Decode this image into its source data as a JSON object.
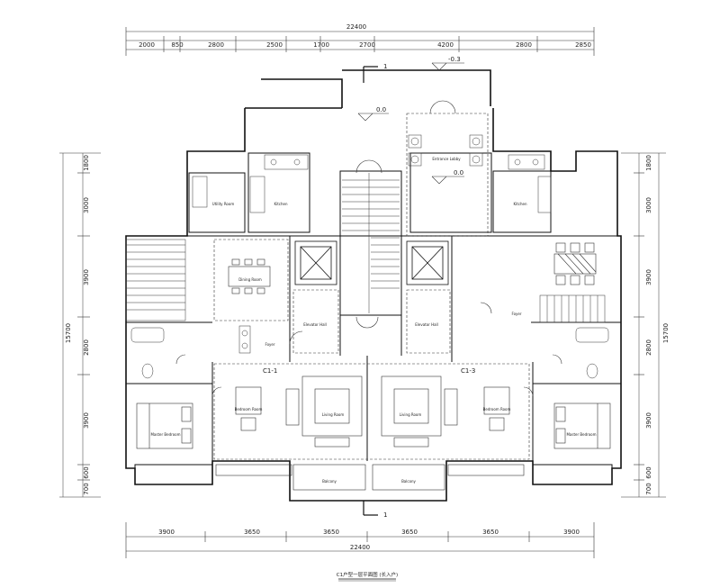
{
  "dimensions": {
    "top_total": "22400",
    "top_segments": [
      "2000",
      "850",
      "2800",
      "2500",
      "1700",
      "2700",
      "4200",
      "2800",
      "2850"
    ],
    "bottom_total": "22400",
    "bottom_segments": [
      "3900",
      "3650",
      "3650",
      "3650",
      "3650",
      "3900"
    ],
    "left_total": "15700",
    "left_segments": [
      "1800",
      "3000",
      "3900",
      "2800",
      "3900",
      "600",
      "700"
    ],
    "right_total": "15700",
    "right_segments": [
      "1800",
      "3000",
      "3900",
      "2800",
      "3900",
      "600",
      "700"
    ]
  },
  "levels": [
    "-0.3",
    "0.0",
    "0.0"
  ],
  "section_marks": [
    "1",
    "1"
  ],
  "unit_tags": [
    "C1-1",
    "C1-3"
  ],
  "rooms": {
    "entrance_lobby": "Entrance Lobby",
    "kitchen_left": "Kitchen",
    "kitchen_right": "Kitchen",
    "dining_room": "Dining Room",
    "elevator_hall_left": "Elevator Hall",
    "elevator_hall_right": "Elevator Hall",
    "foyer_left": "Foyer",
    "foyer_right": "Foyer",
    "living_room_left": "Living Room",
    "living_room_right": "Living Room",
    "bedroom_left": "Bedroom Room",
    "bedroom_right": "Bedroom Room",
    "master_left": "Master Bedroom",
    "master_right": "Master Bedroom",
    "balcony_left": "Balcony",
    "balcony_right": "Balcony",
    "utility_left": "Utility Room"
  },
  "caption": "C1户型一层平面图 (长入户)"
}
